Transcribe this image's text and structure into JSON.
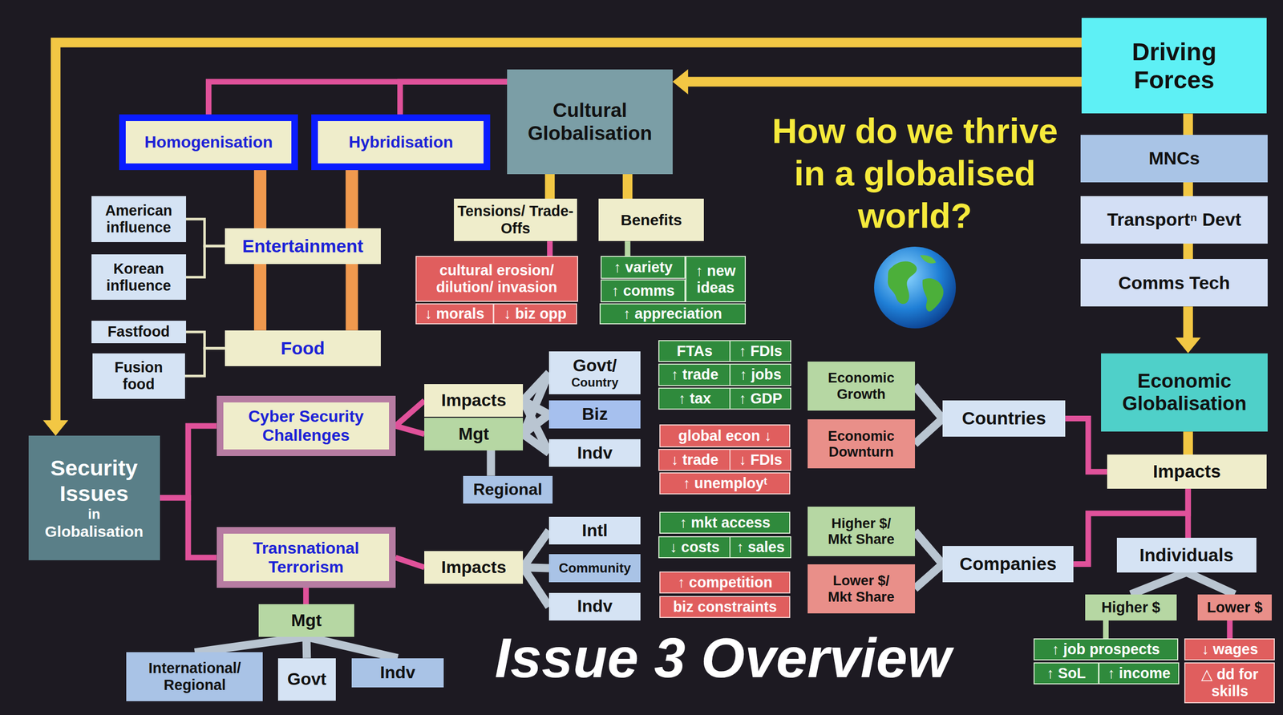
{
  "diagram": {
    "title": "How do we thrive in a globalised world?",
    "caption": "Issue 3 Overview",
    "nodes": [
      {
        "text": [
          "Driving Forces"
        ]
      },
      {
        "text": [
          "MNCs"
        ]
      },
      {
        "text": [
          "Transportⁿ Devt"
        ]
      },
      {
        "text": [
          "Comms Tech"
        ]
      },
      {
        "text": [
          "Cultural Globalisation"
        ]
      },
      {
        "text": [
          "Homogenisation"
        ]
      },
      {
        "text": [
          "Hybridisation"
        ]
      },
      {
        "text": [
          "American influence"
        ]
      },
      {
        "text": [
          "Korean influence"
        ]
      },
      {
        "text": [
          "Entertainment"
        ]
      },
      {
        "text": [
          "Fastfood"
        ]
      },
      {
        "text": [
          "Fusion food"
        ]
      },
      {
        "text": [
          "Food"
        ]
      },
      {
        "text": [
          "Tensions/ Trade-Offs"
        ]
      },
      {
        "text": [
          "Benefits"
        ]
      },
      {
        "text": [
          "cultural erosion/ dilution/ invasion"
        ]
      },
      {
        "text": [
          "↓ morals"
        ]
      },
      {
        "text": [
          "↓ biz opp"
        ]
      },
      {
        "text": [
          "↑ variety"
        ]
      },
      {
        "text": [
          "↑ new ideas"
        ]
      },
      {
        "text": [
          "↑ comms"
        ]
      },
      {
        "text": [
          "↑ appreciation"
        ]
      },
      {
        "text": [
          "Economic Globalisation"
        ]
      },
      {
        "text": [
          "Impacts"
        ]
      },
      {
        "text": [
          "Countries"
        ]
      },
      {
        "text": [
          "Economic Growth"
        ]
      },
      {
        "text": [
          "FTAs"
        ]
      },
      {
        "text": [
          "↑ FDIs"
        ]
      },
      {
        "text": [
          "↑ trade"
        ]
      },
      {
        "text": [
          "↑ jobs"
        ]
      },
      {
        "text": [
          "↑ tax"
        ]
      },
      {
        "text": [
          "↑ GDP"
        ]
      },
      {
        "text": [
          "Economic Downturn"
        ]
      },
      {
        "text": [
          "global econ ↓"
        ]
      },
      {
        "text": [
          "↓ trade"
        ]
      },
      {
        "text": [
          "↓ FDIs"
        ]
      },
      {
        "text": [
          "↑ unemployᵗ"
        ]
      },
      {
        "text": [
          "Companies"
        ]
      },
      {
        "text": [
          "Higher $/ Mkt Share"
        ]
      },
      {
        "text": [
          "↑ mkt access"
        ]
      },
      {
        "text": [
          "↓ costs"
        ]
      },
      {
        "text": [
          "↑ sales"
        ]
      },
      {
        "text": [
          "Lower $/ Mkt Share"
        ]
      },
      {
        "text": [
          "↑ competition"
        ]
      },
      {
        "text": [
          "biz constraints"
        ]
      },
      {
        "text": [
          "Individuals"
        ]
      },
      {
        "text": [
          "Higher $"
        ]
      },
      {
        "text": [
          "↑ job prospects"
        ]
      },
      {
        "text": [
          "↑ SoL"
        ]
      },
      {
        "text": [
          "↑ income"
        ]
      },
      {
        "text": [
          "Lower $"
        ]
      },
      {
        "text": [
          "↓ wages"
        ]
      },
      {
        "text": [
          "△ dd for skills"
        ]
      },
      {
        "text": [
          "Security Issues",
          "in",
          "Globalisation"
        ]
      },
      {
        "text": [
          "Cyber Security Challenges"
        ]
      },
      {
        "text": [
          "Impacts"
        ]
      },
      {
        "text": [
          "Mgt"
        ]
      },
      {
        "text": [
          "Govt/",
          "Country"
        ]
      },
      {
        "text": [
          "Biz"
        ]
      },
      {
        "text": [
          "Indv"
        ]
      },
      {
        "text": [
          "Regional"
        ]
      },
      {
        "text": [
          "Transnational Terrorism"
        ]
      },
      {
        "text": [
          "Impacts"
        ]
      },
      {
        "text": [
          "Intl"
        ]
      },
      {
        "text": [
          "Community"
        ]
      },
      {
        "text": [
          "Indv"
        ]
      },
      {
        "text": [
          "Mgt"
        ]
      },
      {
        "text": [
          "International/ Regional"
        ]
      },
      {
        "text": [
          "Govt"
        ]
      },
      {
        "text": [
          "Indv"
        ]
      }
    ],
    "edges": [
      {
        "from": 0,
        "to": 4,
        "arrow": "to"
      },
      {
        "from": 0,
        "to": 53,
        "arrow": "to"
      },
      {
        "from": 0,
        "to": 1,
        "arrow": "none"
      },
      {
        "from": 1,
        "to": 2,
        "arrow": "none"
      },
      {
        "from": 2,
        "to": 3,
        "arrow": "none"
      },
      {
        "from": 3,
        "to": 22,
        "arrow": "to"
      },
      {
        "from": 4,
        "to": 5,
        "arrow": "none"
      },
      {
        "from": 4,
        "to": 6,
        "arrow": "none"
      },
      {
        "from": 4,
        "to": 13,
        "arrow": "none"
      },
      {
        "from": 4,
        "to": 14,
        "arrow": "none"
      },
      {
        "from": 13,
        "to": 15,
        "arrow": "none"
      },
      {
        "from": 14,
        "to": 18,
        "arrow": "none"
      },
      {
        "from": 5,
        "to": 9,
        "arrow": "none"
      },
      {
        "from": 6,
        "to": 9,
        "arrow": "none"
      },
      {
        "from": 5,
        "to": 12,
        "arrow": "none"
      },
      {
        "from": 6,
        "to": 12,
        "arrow": "none"
      },
      {
        "from": 7,
        "to": 9,
        "arrow": "none"
      },
      {
        "from": 8,
        "to": 9,
        "arrow": "none"
      },
      {
        "from": 10,
        "to": 12,
        "arrow": "none"
      },
      {
        "from": 11,
        "to": 12,
        "arrow": "none"
      },
      {
        "from": 22,
        "to": 23,
        "arrow": "none"
      },
      {
        "from": 23,
        "to": 24,
        "arrow": "none"
      },
      {
        "from": 23,
        "to": 37,
        "arrow": "none"
      },
      {
        "from": 23,
        "to": 45,
        "arrow": "none"
      },
      {
        "from": 24,
        "to": 25,
        "arrow": "none"
      },
      {
        "from": 24,
        "to": 32,
        "arrow": "none"
      },
      {
        "from": 37,
        "to": 38,
        "arrow": "none"
      },
      {
        "from": 37,
        "to": 42,
        "arrow": "none"
      },
      {
        "from": 45,
        "to": 46,
        "arrow": "none"
      },
      {
        "from": 45,
        "to": 50,
        "arrow": "none"
      },
      {
        "from": 46,
        "to": 47,
        "arrow": "none"
      },
      {
        "from": 50,
        "to": 51,
        "arrow": "none"
      },
      {
        "from": 53,
        "to": 54,
        "arrow": "none"
      },
      {
        "from": 53,
        "to": 61,
        "arrow": "none"
      },
      {
        "from": 54,
        "to": 55,
        "arrow": "none"
      },
      {
        "from": 54,
        "to": 56,
        "arrow": "none"
      },
      {
        "from": 55,
        "to": 57,
        "arrow": "none"
      },
      {
        "from": 55,
        "to": 58,
        "arrow": "none"
      },
      {
        "from": 55,
        "to": 59,
        "arrow": "none"
      },
      {
        "from": 56,
        "to": 57,
        "arrow": "none"
      },
      {
        "from": 56,
        "to": 58,
        "arrow": "none"
      },
      {
        "from": 56,
        "to": 59,
        "arrow": "none"
      },
      {
        "from": 56,
        "to": 60,
        "arrow": "none"
      },
      {
        "from": 61,
        "to": 62,
        "arrow": "none"
      },
      {
        "from": 62,
        "to": 63,
        "arrow": "none"
      },
      {
        "from": 62,
        "to": 64,
        "arrow": "none"
      },
      {
        "from": 62,
        "to": 65,
        "arrow": "none"
      },
      {
        "from": 61,
        "to": 66,
        "arrow": "none"
      },
      {
        "from": 66,
        "to": 67,
        "arrow": "none"
      },
      {
        "from": 66,
        "to": 68,
        "arrow": "none"
      },
      {
        "from": 66,
        "to": 69,
        "arrow": "none"
      }
    ]
  }
}
